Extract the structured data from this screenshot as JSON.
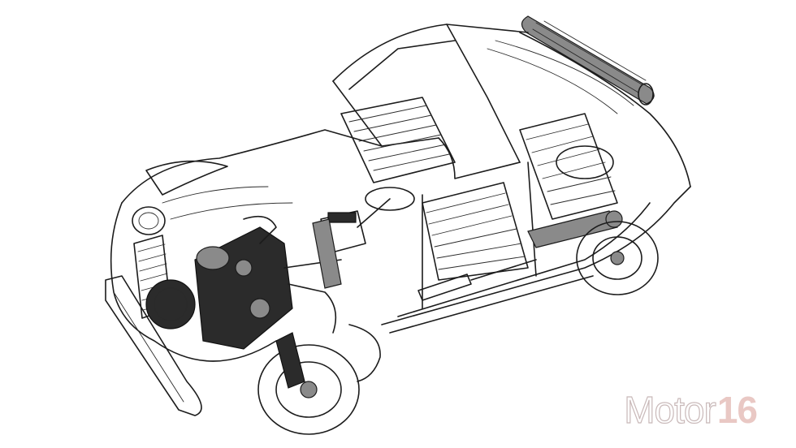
{
  "image": {
    "subject": "cutaway-illustration",
    "background_color": "#ffffff",
    "line_color": "#1c1c1c"
  },
  "watermark": {
    "text_part1": "Motor",
    "text_part2": "16",
    "color_part1": "#ffffff",
    "color_part2": "#e9c8c4"
  }
}
